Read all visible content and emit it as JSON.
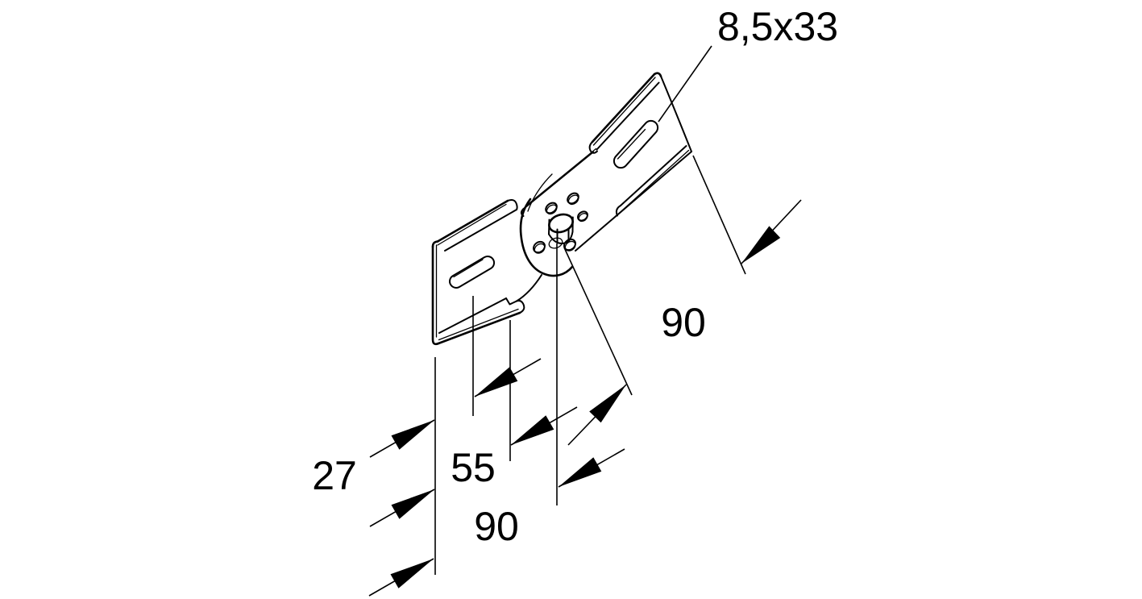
{
  "drawing": {
    "background": "#ffffff",
    "line_color": "#000000",
    "labels": {
      "slot_size": "8,5x33",
      "right_arm_length": "90",
      "offset_left": "27",
      "offset_mid": "55",
      "bottom_length": "90"
    }
  }
}
